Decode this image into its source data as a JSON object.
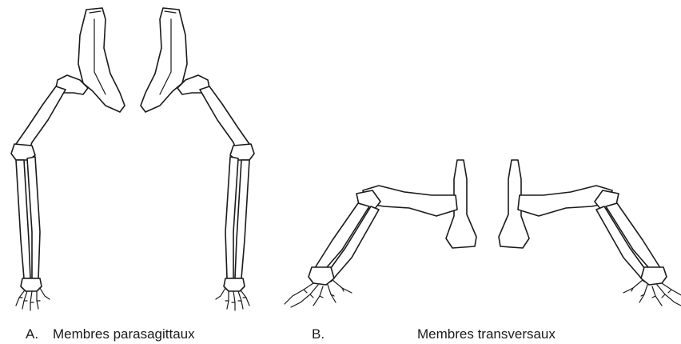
{
  "panel_a": {
    "letter": "A.",
    "caption": "Membres parasagittaux"
  },
  "panel_b": {
    "letter": "B.",
    "caption": "Membres transversaux"
  },
  "colors": {
    "ink": "#1a1a1a",
    "paper": "#ffffff"
  }
}
